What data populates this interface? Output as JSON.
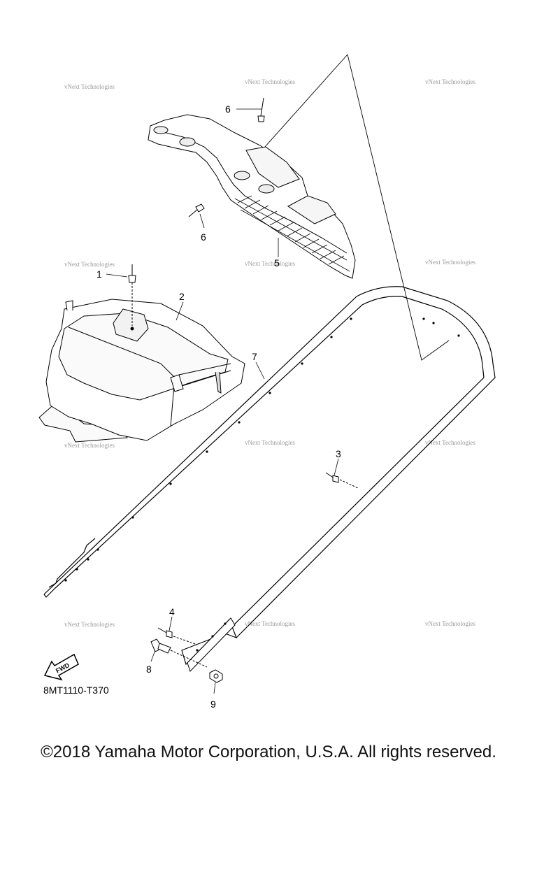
{
  "callouts": {
    "c1": "1",
    "c2": "2",
    "c3": "3",
    "c4": "4",
    "c5": "5",
    "c6a": "6",
    "c6b": "6",
    "c7": "7",
    "c8": "8",
    "c9": "9"
  },
  "fwd_label": "FWD",
  "diagram_code": "8MT1110-T370",
  "watermark_text": "vNext Technologies",
  "copyright": "©2018 Yamaha Motor Corporation, U.S.A. All rights reserved."
}
